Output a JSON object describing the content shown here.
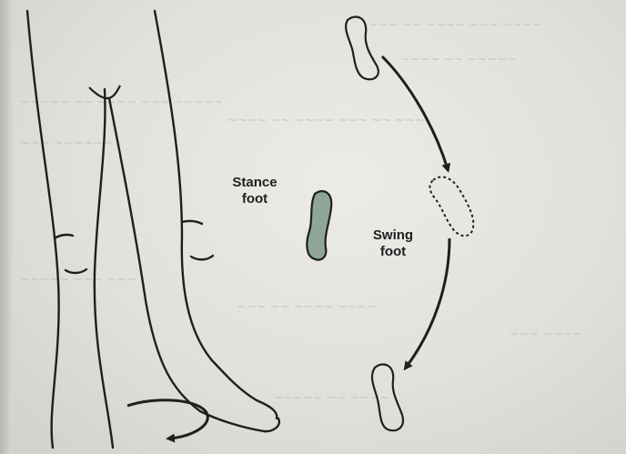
{
  "labels": {
    "stance": [
      "Stance",
      "foot"
    ],
    "swing": [
      "Swing",
      "foot"
    ]
  },
  "colors": {
    "stance_fill": "#8fa59a",
    "ink": "#1f1f1f"
  }
}
